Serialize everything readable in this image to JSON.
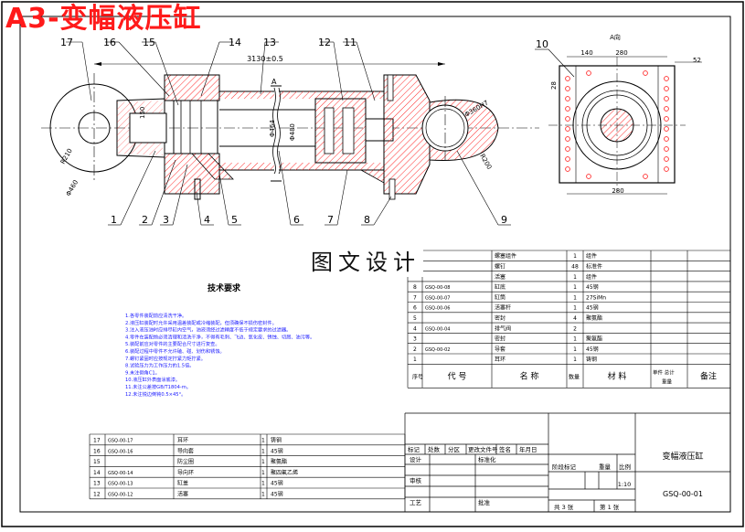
{
  "sheet_title": "A3-变幅液压缸",
  "watermark": "图文设计",
  "view_label": "A向",
  "dims": {
    "overall": "3130±0.5",
    "d140": "140",
    "d280_top": "280",
    "d52": "52",
    "d28": "28",
    "d280_bottom": "280",
    "bore": "Φ464",
    "rod": "Φ480",
    "r_left": "R210",
    "r_right": "R200",
    "d_left": "Φ460",
    "d_right": "Φ360H7",
    "d150": "150"
  },
  "balloons": [
    "1",
    "2",
    "3",
    "4",
    "5",
    "6",
    "7",
    "8",
    "9",
    "10",
    "11",
    "12",
    "13",
    "14",
    "15",
    "16",
    "17"
  ],
  "tech": {
    "title": "技术要求",
    "items": [
      "1.各零件装配前应清洗干净。",
      "2.液压缸装配时允许采用温差装配或冷缩装配，但须确保不损伤密封件。",
      "3.注入液压油时应排尽缸内空气，油液须经过滤精度不低于规定要求的过滤器。",
      "4.零件在装配前必须清理和清洗干净，不得有毛刺、飞边、氧化皮、锈蚀、切屑、油污等。",
      "5.装配前应对零件的主要配合尺寸进行复查。",
      "6.装配过程中零件不允许磕、碰、划伤和锈蚀。",
      "7.螺钉紧固时应按规定拧紧力矩拧紧。",
      "8.试验压力为工作压力的1.5倍。",
      "9.未注倒角C1。",
      "10.液压缸外表面涂底漆。",
      "11.未注公差按GB/T1804-m。",
      "12.未注锐边倒钝0.5×45°。"
    ]
  },
  "parts_upper": [
    {
      "no": "",
      "code": "",
      "name": "螺塞组件",
      "qty": "1",
      "mat": "组件",
      "remark": ""
    },
    {
      "no": "",
      "code": "",
      "name": "螺钉",
      "qty": "48",
      "mat": "标准件",
      "remark": ""
    },
    {
      "no": "",
      "code": "",
      "name": "活塞",
      "qty": "1",
      "mat": "组件",
      "remark": ""
    },
    {
      "no": "8",
      "code": "GSQ-00-08",
      "name": "缸底",
      "qty": "1",
      "mat": "45钢",
      "remark": ""
    },
    {
      "no": "7",
      "code": "GSQ-00-07",
      "name": "缸筒",
      "qty": "1",
      "mat": "27SiMn",
      "remark": ""
    },
    {
      "no": "6",
      "code": "GSQ-00-06",
      "name": "活塞杆",
      "qty": "1",
      "mat": "45钢",
      "remark": ""
    },
    {
      "no": "5",
      "code": "",
      "name": "密封",
      "qty": "4",
      "mat": "聚氨酯",
      "remark": ""
    },
    {
      "no": "4",
      "code": "GSQ-00-04",
      "name": "排气阀",
      "qty": "2",
      "mat": "",
      "remark": ""
    },
    {
      "no": "3",
      "code": "",
      "name": "密封",
      "qty": "1",
      "mat": "聚氨酯",
      "remark": ""
    },
    {
      "no": "2",
      "code": "GSQ-00-02",
      "name": "导套",
      "qty": "1",
      "mat": "45钢",
      "remark": ""
    },
    {
      "no": "1",
      "code": "",
      "name": "耳环",
      "qty": "1",
      "mat": "铸钢",
      "remark": ""
    }
  ],
  "parts_header": {
    "no": "序号",
    "code": "代 号",
    "name": "名 称",
    "qty": "数量",
    "mat": "材 料",
    "weight": "单件 总计",
    "wt": "重量",
    "remark": "备注"
  },
  "parts_lower": [
    {
      "no": "17",
      "code": "GSQ-00-17",
      "name": "耳环",
      "qty": "1",
      "mat": "铸钢"
    },
    {
      "no": "16",
      "code": "GSQ-00-16",
      "name": "导向套",
      "qty": "1",
      "mat": "45钢"
    },
    {
      "no": "15",
      "code": "",
      "name": "防尘圈",
      "qty": "1",
      "mat": "聚氨酯"
    },
    {
      "no": "14",
      "code": "GSQ-00-14",
      "name": "导向环",
      "qty": "1",
      "mat": "聚四氟乙烯"
    },
    {
      "no": "13",
      "code": "GSQ-00-13",
      "name": "缸盖",
      "qty": "1",
      "mat": "45钢"
    },
    {
      "no": "12",
      "code": "GSQ-00-12",
      "name": "活塞",
      "qty": "1",
      "mat": "45钢"
    }
  ],
  "title_block": {
    "name": "变幅液压缸",
    "drawing_no": "GSQ-00-01",
    "scale": "1:10",
    "sheets_total": "共 3 张",
    "sheet_no": "第 1 张",
    "row_labels": [
      "标记",
      "处数",
      "分区",
      "更改文件号",
      "签名",
      "年月日"
    ],
    "left_labels": [
      "设计",
      "审核",
      "工艺"
    ],
    "std": "标准化",
    "approve": "批准",
    "stage": "阶段标记",
    "weight": "重量",
    "scale_label": "比例"
  }
}
